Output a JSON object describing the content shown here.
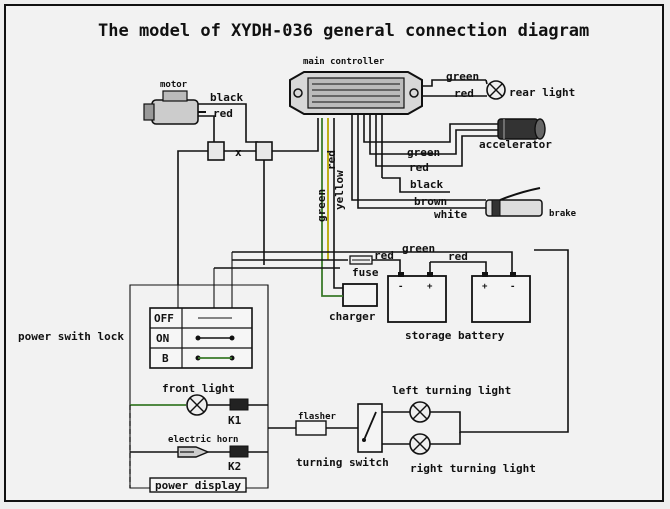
{
  "title": "The model of XYDH-036 general connection diagram",
  "components": {
    "main_controller": "main controller",
    "motor": "motor",
    "rear_light": "rear light",
    "accelerator": "accelerator",
    "brake": "brake",
    "fuse": "fuse",
    "charger": "charger",
    "storage_battery": "storage battery",
    "power_switch_lock": "power swith lock",
    "front_light": "front light",
    "electric_horn": "electric horn",
    "power_display": "power display",
    "flasher": "flasher",
    "turning_switch": "turning switch",
    "left_turning_light": "left turning light",
    "right_turning_light": "right turning light"
  },
  "switch_positions": [
    "OFF",
    "ON",
    "B"
  ],
  "relay_labels": [
    "K1",
    "K2"
  ],
  "wire_labels": {
    "motor_black": "black",
    "motor_red": "red",
    "rear_green": "green",
    "rear_red": "red",
    "acc_green": "green",
    "acc_red": "red",
    "acc_black": "black",
    "brake_brown": "brown",
    "brake_white": "white",
    "vert_green": "green",
    "vert_yellow": "yellow",
    "vert_red": "red",
    "fuse_red": "red",
    "batt_green": "green",
    "batt_red": "red"
  },
  "colors": {
    "wire": "#111111",
    "green_wire": "#3a7a2a",
    "yellow_wire": "#b8a800"
  }
}
